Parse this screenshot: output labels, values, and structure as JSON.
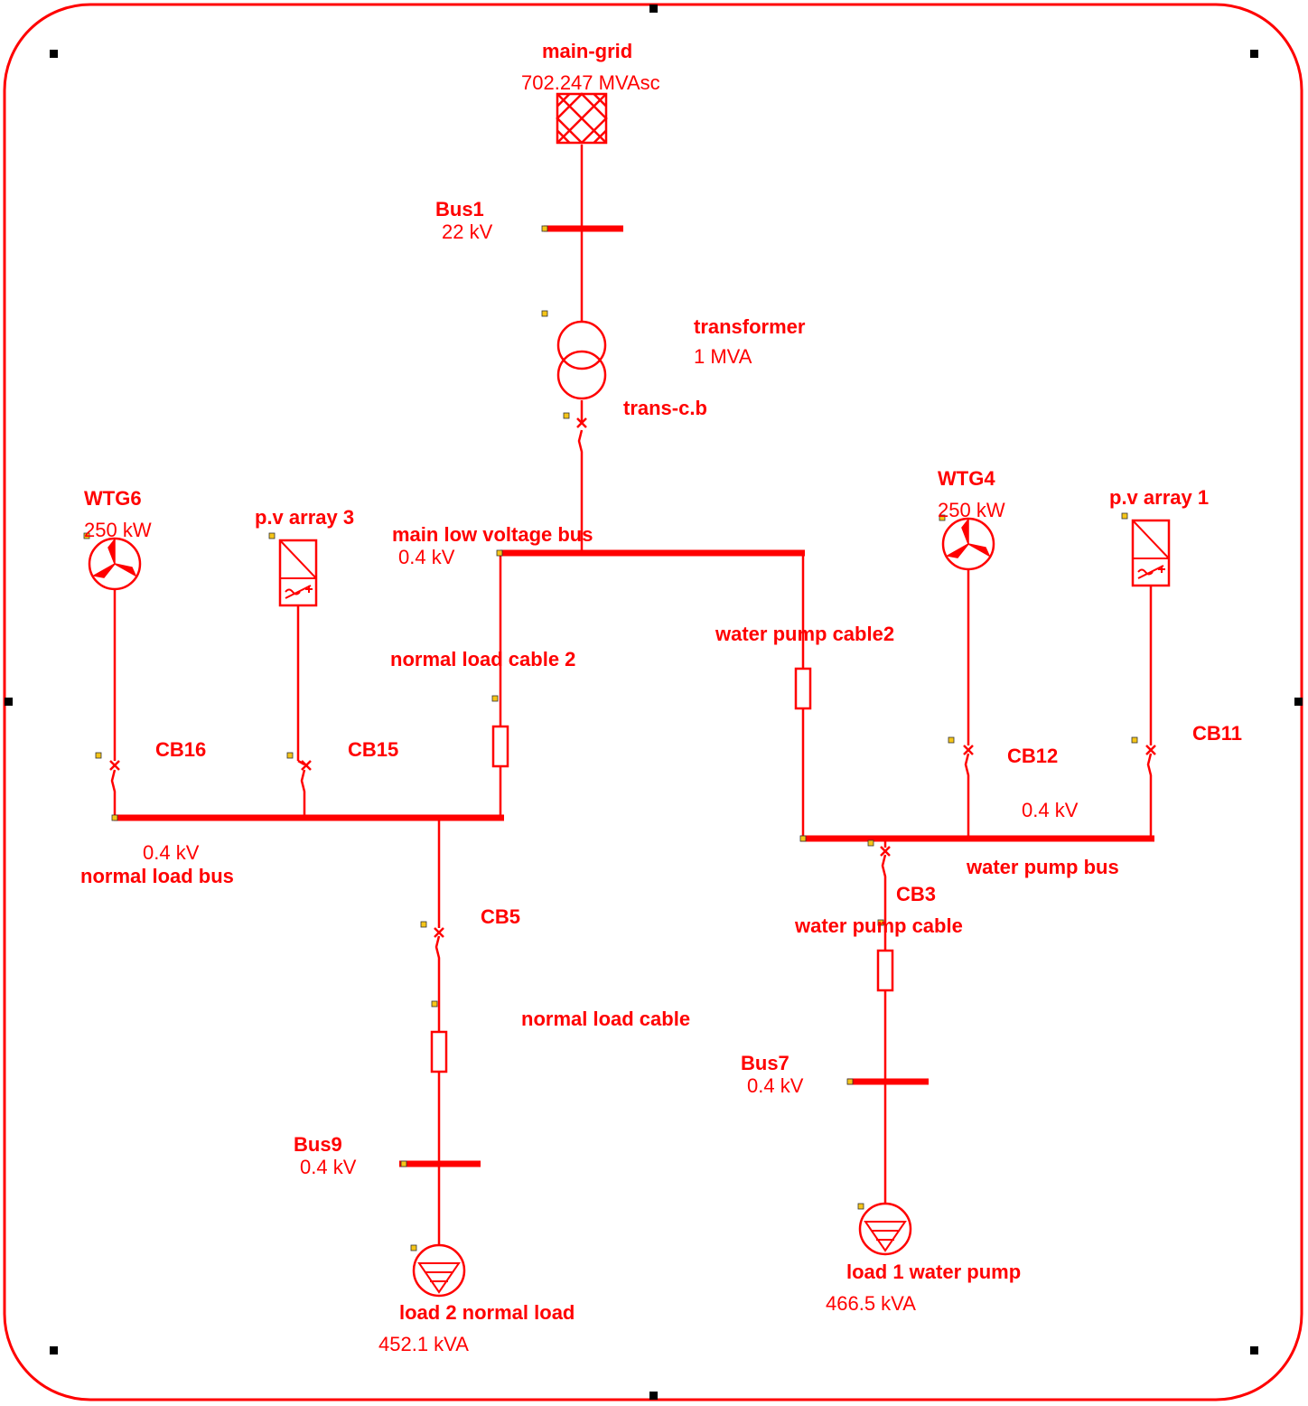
{
  "colors": {
    "line": "#ff0000",
    "handle": "#000000",
    "marker": "#f5c518",
    "background": "#ffffff"
  },
  "grid": {
    "name": "main-grid",
    "rating": "702.247 MVAsc"
  },
  "bus1": {
    "name": "Bus1",
    "voltage": "22 kV"
  },
  "transformer": {
    "name": "transformer",
    "rating": "1 MVA"
  },
  "trans_cb": {
    "name": "trans-c.b"
  },
  "main_lv_bus": {
    "name": "main low voltage bus",
    "voltage": "0.4 kV"
  },
  "wtg6": {
    "name": "WTG6",
    "rating": "250 kW"
  },
  "pv3": {
    "name": "p.v array 3"
  },
  "wtg4": {
    "name": "WTG4",
    "rating": "250 kW"
  },
  "pv1": {
    "name": "p.v array 1"
  },
  "cable_normal2": {
    "name": "normal load cable 2"
  },
  "cable_pump2": {
    "name": "water pump cable2"
  },
  "cb16": {
    "name": "CB16"
  },
  "cb15": {
    "name": "CB15"
  },
  "cb12": {
    "name": "CB12"
  },
  "cb11": {
    "name": "CB11"
  },
  "normal_load_bus": {
    "name": "normal load bus",
    "voltage": "0.4 kV"
  },
  "water_pump_bus": {
    "name": "water pump bus",
    "voltage": "0.4 kV"
  },
  "cb5": {
    "name": "CB5"
  },
  "cb3": {
    "name": "CB3"
  },
  "cable_pump": {
    "name": "water pump cable"
  },
  "cable_normal": {
    "name": "normal load cable"
  },
  "bus7": {
    "name": "Bus7",
    "voltage": "0.4 kV"
  },
  "bus9": {
    "name": "Bus9",
    "voltage": "0.4 kV"
  },
  "load1": {
    "name": "load 1 water pump",
    "rating": "466.5 kVA"
  },
  "load2": {
    "name": "load 2 normal load",
    "rating": "452.1 kVA"
  }
}
